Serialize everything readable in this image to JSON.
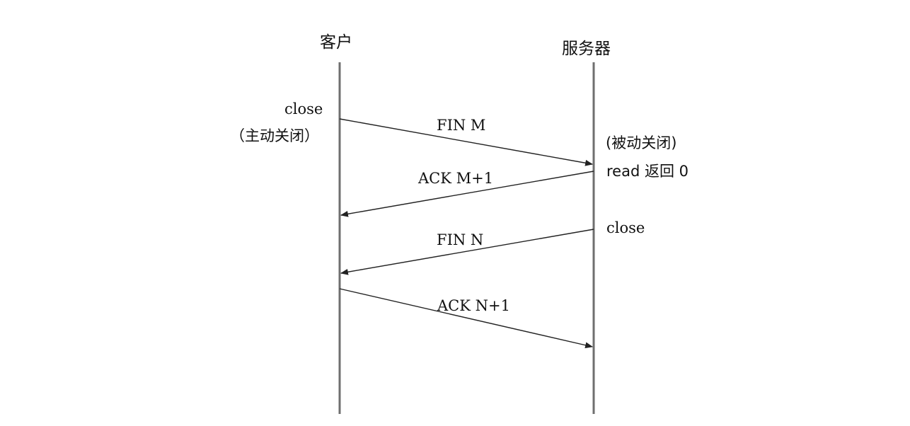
{
  "participants": {
    "client": "客户",
    "server": "服务器"
  },
  "messages": [
    {
      "label": "FIN M",
      "direction": "client-to-server"
    },
    {
      "label": "ACK M+1",
      "direction": "server-to-client"
    },
    {
      "label": "FIN N",
      "direction": "server-to-client"
    },
    {
      "label": "ACK N+1",
      "direction": "client-to-server"
    }
  ],
  "notes": {
    "client_close": "close",
    "client_active": "（主动关闭）",
    "server_passive": "(被动关闭)",
    "server_read": "read 返回 0",
    "server_close": "close"
  }
}
